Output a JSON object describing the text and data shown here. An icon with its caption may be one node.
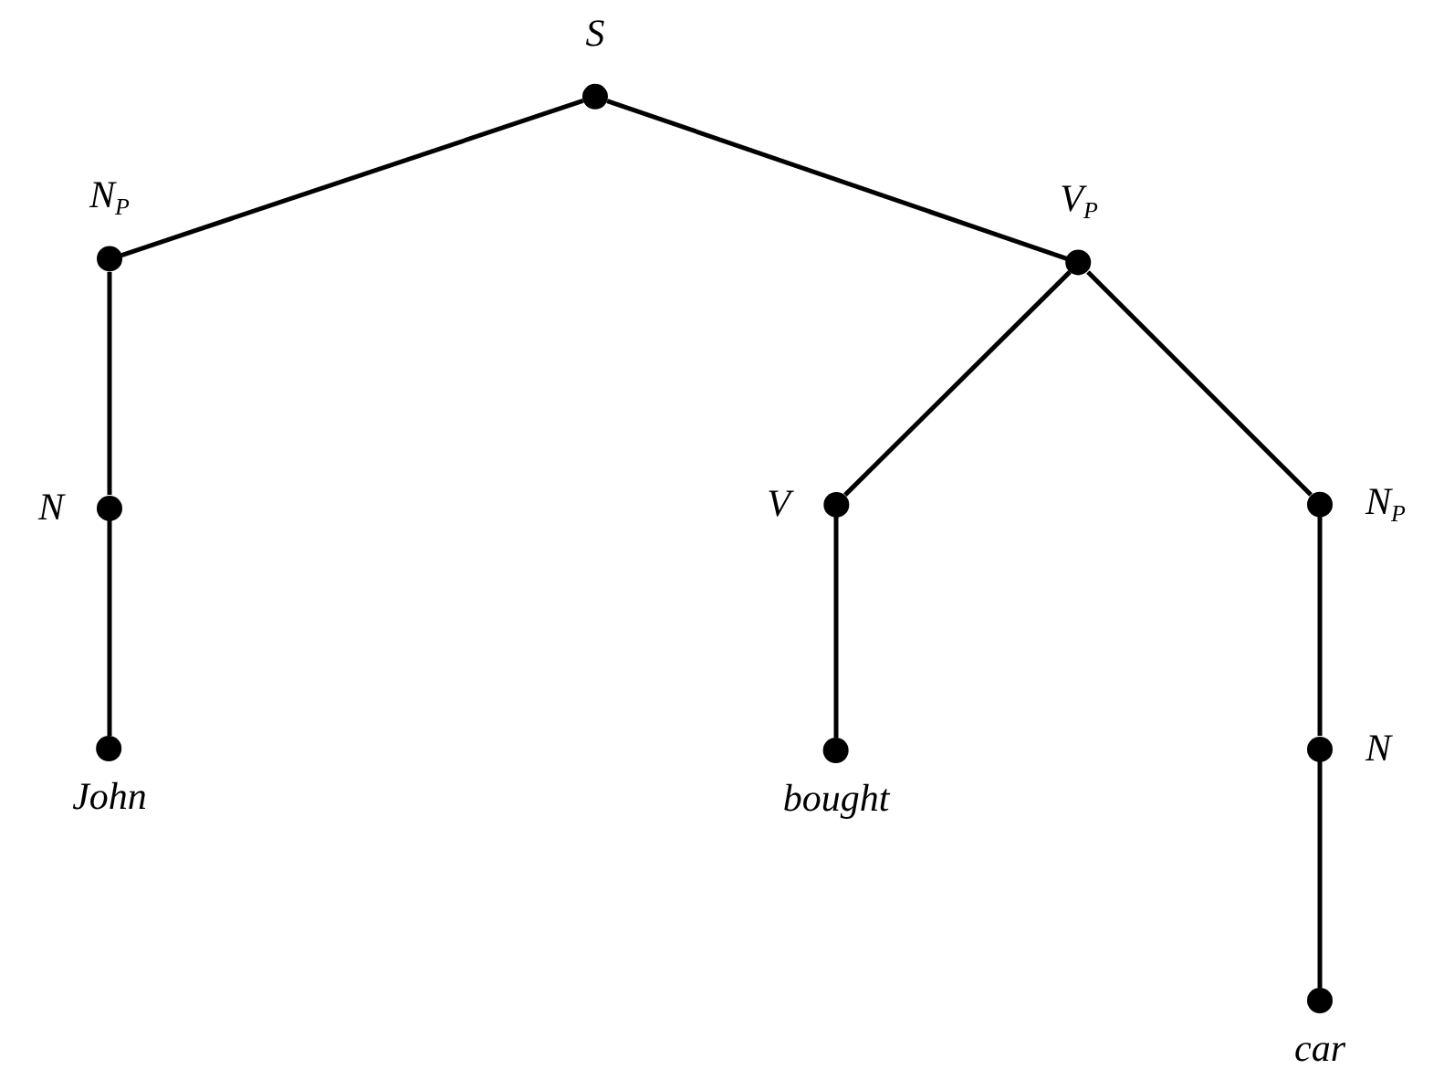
{
  "diagram": {
    "nodes": [
      {
        "text": [
          "S"
        ]
      },
      {
        "text": [
          "N$_{P}$"
        ]
      },
      {
        "text": [
          "V$_{P}$"
        ]
      },
      {
        "text": [
          "N"
        ]
      },
      {
        "text": [
          "V"
        ]
      },
      {
        "text": [
          "N$_{P}$"
        ]
      },
      {
        "text": [
          "John"
        ]
      },
      {
        "text": [
          "bought"
        ]
      },
      {
        "text": [
          "N"
        ]
      },
      {
        "text": [
          "car"
        ]
      }
    ],
    "edges": [
      {
        "from": 0,
        "to": 1,
        "arrow": "none"
      },
      {
        "from": 0,
        "to": 2,
        "arrow": "none"
      },
      {
        "from": 1,
        "to": 3,
        "arrow": "none"
      },
      {
        "from": 2,
        "to": 4,
        "arrow": "none"
      },
      {
        "from": 2,
        "to": 5,
        "arrow": "none"
      },
      {
        "from": 3,
        "to": 6,
        "arrow": "none"
      },
      {
        "from": 4,
        "to": 7,
        "arrow": "none"
      },
      {
        "from": 5,
        "to": 8,
        "arrow": "none"
      },
      {
        "from": 8,
        "to": 9,
        "arrow": "none"
      }
    ]
  }
}
